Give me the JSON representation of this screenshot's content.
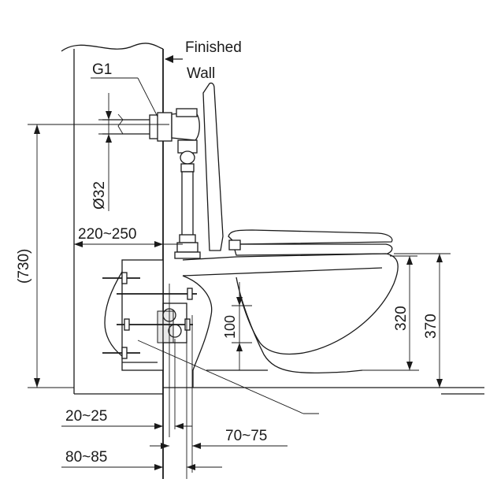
{
  "labels": {
    "finished_wall_line1": "Finished",
    "finished_wall_line2": "Wall",
    "g1": "G1",
    "d32": "Ø32",
    "d730": "(730)",
    "d220_250": "220~250",
    "d320": "320",
    "d370": "370",
    "d100": "100",
    "d20_25": "20~25",
    "d70_75": "70~75",
    "d80_85": "80~85"
  },
  "colors": {
    "line": "#1a1a1a",
    "background": "#ffffff"
  }
}
